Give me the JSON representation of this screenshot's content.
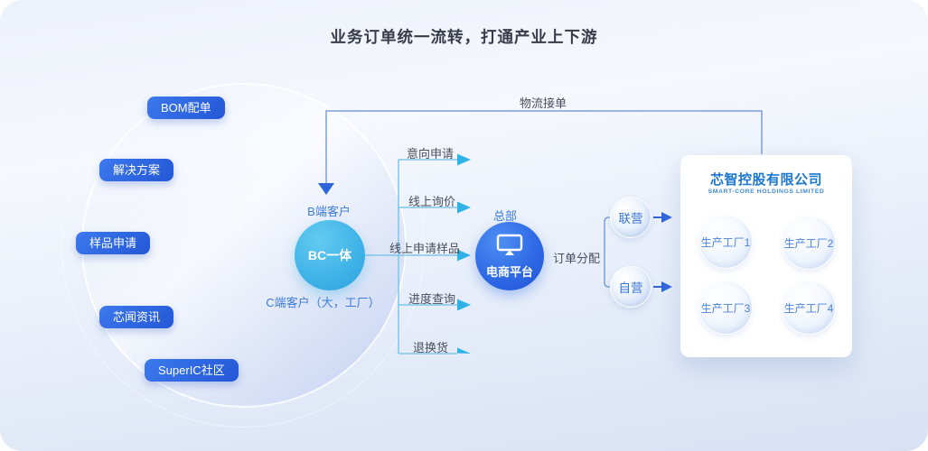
{
  "title": "业务订单统一流转，打通产业上下游",
  "nav_pills": [
    "BOM配单",
    "解决方案",
    "样品申请",
    "芯闻资讯",
    "SuperIC社区"
  ],
  "flow": {
    "logistics_label": "物流接单",
    "b_client_label": "B端客户",
    "bc_node_label": "BC一体",
    "c_client_label": "C端客户（大，工厂）",
    "request_labels": [
      "意向申请",
      "线上询价",
      "线上申请样品",
      "进度查询",
      "退换货"
    ],
    "hq_label": "总部",
    "platform_label": "电商平台",
    "dispatch_label": "订单分配",
    "channels": [
      "联营",
      "自营"
    ]
  },
  "company_card": {
    "name_cn": "芯智控股有限公司",
    "name_en": "SMART-CORE HOLDINGS LIMITED",
    "factories": [
      "生产工厂1",
      "生产工厂2",
      "生产工厂3",
      "生产工厂4"
    ]
  },
  "colors": {
    "accent_blue": "#2E63DB",
    "pill_grad_start": "#3C79EE",
    "pill_grad_end": "#2457D6",
    "connector_blue": "#7C9EDC",
    "connector_cyan": "#7FC6E9",
    "arrowhead_cyan": "#2FB3E6",
    "label_blue": "#3D7BDC",
    "label_dark": "#4A4E5A",
    "logo_blue": "#1C77CE",
    "factory_text": "#4A82D8"
  }
}
